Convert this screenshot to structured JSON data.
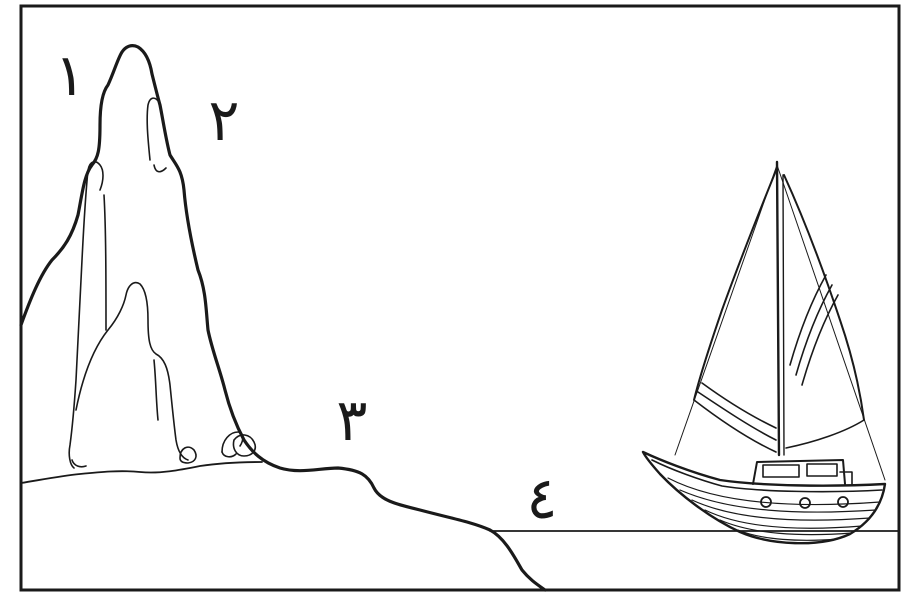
{
  "labels": {
    "label_1": "١",
    "label_2": "٢",
    "label_3": "٣",
    "label_4": "٤"
  }
}
